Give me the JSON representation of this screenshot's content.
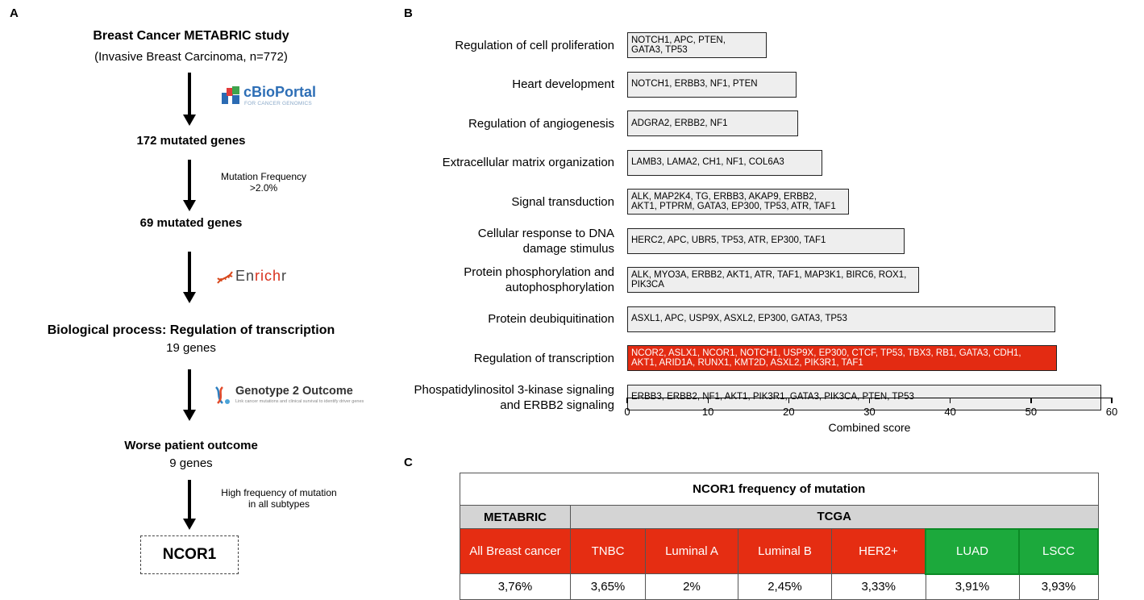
{
  "panel_a": {
    "letter": "A",
    "study_title": "Breast Cancer METABRIC study",
    "study_subtitle": "(Invasive Breast Carcinoma, n=772)",
    "logo_cbioportal": "cBioPortal",
    "logo_cbioportal_tagline": "FOR CANCER GENOMICS",
    "step1": "172 mutated genes",
    "filter1_line1": "Mutation Frequency",
    "filter1_line2": ">2.0%",
    "step2": "69 mutated genes",
    "logo_enrichr_a": "En",
    "logo_enrichr_b": "rich",
    "logo_enrichr_c": "r",
    "step3_title": "Biological process: Regulation of transcription",
    "step3_count": "19 genes",
    "logo_g2o": "Genotype 2 Outcome",
    "logo_g2o_tagline": "Link cancer mutations and clinical survival to identify driver genes",
    "step4_title": "Worse patient outcome",
    "step4_count": "9 genes",
    "filter2_line1": "High frequency of mutation",
    "filter2_line2": "in all subtypes",
    "result": "NCOR1"
  },
  "panel_b": {
    "letter": "B"
  },
  "panel_c": {
    "letter": "C",
    "table_title": "NCOR1 frequency of mutation",
    "group_metabric": "METABRIC",
    "group_tcga": "TCGA",
    "subtypes": [
      "All Breast cancer",
      "TNBC",
      "Luminal A",
      "Luminal B",
      "HER2+",
      "LUAD",
      "LSCC"
    ],
    "values": [
      "3,76%",
      "3,65%",
      "2%",
      "2,45%",
      "3,33%",
      "3,91%",
      "3,93%"
    ]
  },
  "colors": {
    "highlight": "#e32b12",
    "bar": "#eeeeee",
    "green": "#1ca93c",
    "grey": "#d4d4d4"
  },
  "chart_data": {
    "type": "bar",
    "orientation": "horizontal",
    "xlabel": "Combined score",
    "xlim": [
      0,
      60
    ],
    "xticks": [
      "0",
      "10",
      "20",
      "30",
      "40",
      "50",
      "60"
    ],
    "categories": [
      {
        "label": [
          "Regulation of cell proliferation"
        ],
        "genes": [
          "NOTCH1, APC, PTEN,",
          "GATA3, TP53"
        ],
        "value": 17.3,
        "highlight": false
      },
      {
        "label": [
          "Heart development"
        ],
        "genes": [
          "NOTCH1, ERBB3, NF1, PTEN"
        ],
        "value": 21.0,
        "highlight": false
      },
      {
        "label": [
          "Regulation of angiogenesis"
        ],
        "genes": [
          "ADGRA2, ERBB2, NF1"
        ],
        "value": 21.2,
        "highlight": false
      },
      {
        "label": [
          "Extracellular matrix organization"
        ],
        "genes": [
          "LAMB3, LAMA2, CH1, NF1, COL6A3"
        ],
        "value": 24.2,
        "highlight": false
      },
      {
        "label": [
          "Signal transduction"
        ],
        "genes": [
          "ALK, MAP2K4, TG, ERBB3, AKAP9, ERBB2,",
          "AKT1, PTPRM, GATA3, EP300, TP53, ATR, TAF1"
        ],
        "value": 27.5,
        "highlight": false
      },
      {
        "label": [
          "Cellular response to DNA",
          "damage stimulus"
        ],
        "genes": [
          "HERC2, APC, UBR5, TP53, ATR, EP300, TAF1"
        ],
        "value": 34.3,
        "highlight": false
      },
      {
        "label": [
          "Protein phosphorylation and",
          "autophosphorylation"
        ],
        "genes": [
          "ALK, MYO3A, ERBB2, AKT1, ATR, TAF1, MAP3K1, BIRC6, ROX1,",
          "PIK3CA"
        ],
        "value": 36.1,
        "highlight": false
      },
      {
        "label": [
          "Protein deubiquitination"
        ],
        "genes": [
          "ASXL1, APC, USP9X, ASXL2, EP300, GATA3, TP53"
        ],
        "value": 53.0,
        "highlight": false
      },
      {
        "label": [
          "Regulation of transcription"
        ],
        "genes": [
          "NCOR2, ASLX1, NCOR1, NOTCH1, USP9X, EP300, CTCF, TP53, TBX3, RB1, GATA3, CDH1,",
          "AKT1, ARID1A, RUNX1, KMT2D, ASXL2, PIK3R1, TAF1"
        ],
        "value": 53.2,
        "highlight": true
      },
      {
        "label": [
          "Phospatidylinositol 3-kinase signaling",
          "and ERBB2 signaling"
        ],
        "genes": [
          "ERBB3, ERBB2, NF1, AKT1, PIK3R1, GATA3, PIK3CA, PTEN, TP53"
        ],
        "value": 58.7,
        "highlight": false
      }
    ]
  }
}
